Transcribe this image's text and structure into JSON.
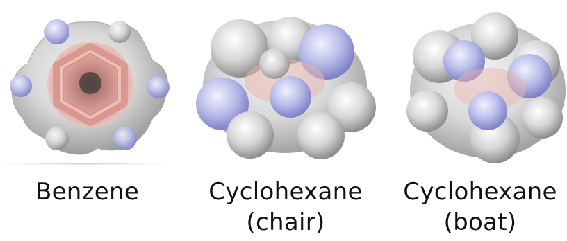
{
  "molecules": [
    {
      "line1": "Benzene",
      "line2": ""
    },
    {
      "line1": "Cyclohexane",
      "line2": "(chair)"
    },
    {
      "line1": "Cyclohexane",
      "line2": "(boat)"
    }
  ],
  "colors": {
    "negative_potential": "#d9837c",
    "positive_potential": "#8a8fd6",
    "neutral_surface": "#dcdcdc"
  }
}
